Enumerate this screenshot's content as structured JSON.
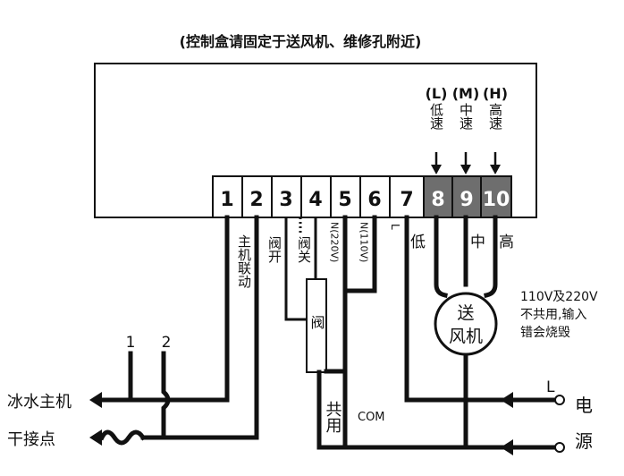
{
  "note": "(控制盒请固定于送风机、维修孔附近)",
  "terminals": [
    {
      "label": "1"
    },
    {
      "label": "2"
    },
    {
      "label": "3"
    },
    {
      "label": "4"
    },
    {
      "label": "5"
    },
    {
      "label": "6"
    },
    {
      "label": "7"
    },
    {
      "label": "8"
    },
    {
      "label": "9"
    },
    {
      "label": "10"
    }
  ],
  "speed_codes": {
    "low": "(L)",
    "mid": "(M)",
    "high": "(H)"
  },
  "speed_names": {
    "low": "低速",
    "mid": "中速",
    "high": "高速"
  },
  "wire_labels": {
    "t2": "主机联动",
    "t3": "阀开",
    "t4": "阀关",
    "t5": "N(220V)",
    "t6": "N(110V)",
    "t7": "L",
    "low": "低",
    "mid": "中",
    "high": "高"
  },
  "valve_label": "阀",
  "fan_label": [
    "送",
    "风机"
  ],
  "warning": [
    "110V及220V",
    "不共用,输入",
    "错会烧毁"
  ],
  "common": {
    "label": "共用",
    "com": "COM"
  },
  "left_labels": {
    "chiller": "冰水主机",
    "dry_contact": "干接点",
    "n1": "1",
    "n2": "2"
  },
  "power": {
    "L": "L",
    "label": [
      "电",
      "源"
    ]
  }
}
